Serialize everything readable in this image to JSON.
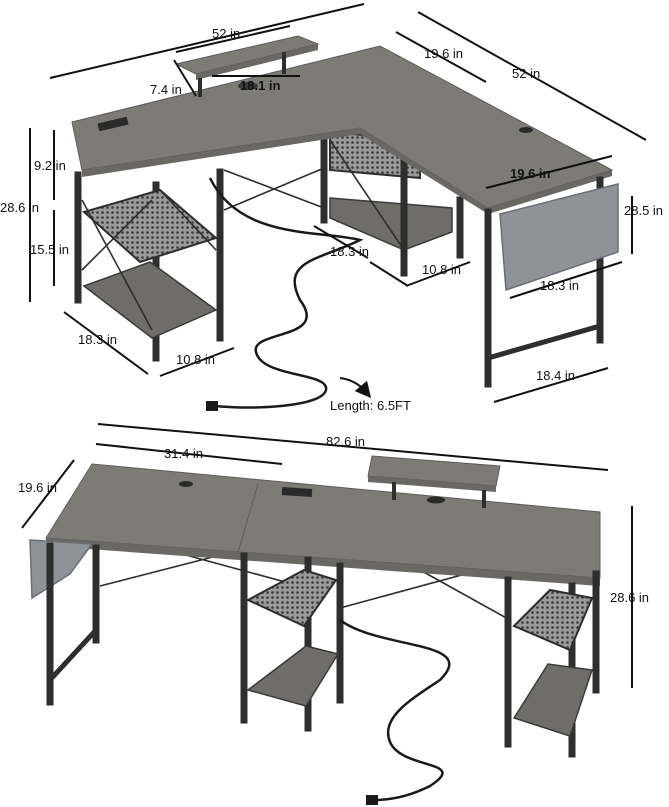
{
  "l_shape": {
    "top_width": "52 in",
    "depth_short": "19.6 in",
    "side_length": "52 in",
    "shelf_width": "18.1 in",
    "shelf_depth": "7.4 in",
    "side_depth": "19.6 in",
    "height_upper": "9.2 in",
    "height_total_left": "28.6 in",
    "height_lower": "15.5 in",
    "height_right": "28.5 in",
    "inner_width": "18.3 in",
    "inner_depth": "10.8 in",
    "bag_width": "18.3 in",
    "left_width": "18.3 in",
    "left_depth": "10.8 in",
    "leg_span": "18.4 in",
    "cable_length": "Length: 6.5FT"
  },
  "straight": {
    "total_length": "82.6 in",
    "section_length": "31.4 in",
    "depth": "19.6 in",
    "height": "28.6 in"
  }
}
